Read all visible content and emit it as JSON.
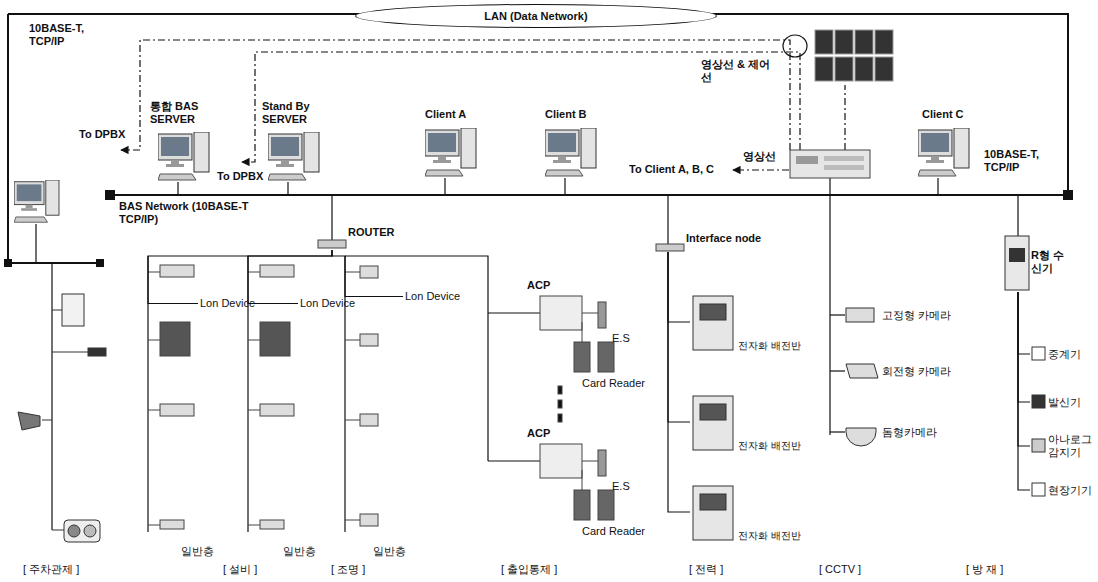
{
  "diagram": {
    "nodes": [
      {
        "text": [
          "LAN (Data Network)"
        ]
      },
      {
        "text": [
          "통합 BAS SERVER"
        ]
      },
      {
        "text": [
          "Stand By SERVER"
        ]
      },
      {
        "text": [
          "Client A"
        ]
      },
      {
        "text": [
          "Client B"
        ]
      },
      {
        "text": [
          "Client C"
        ]
      },
      {
        "text": [
          "ROUTER"
        ]
      },
      {
        "text": [
          "Interface node"
        ]
      },
      {
        "text": [
          "R형 수신기"
        ]
      },
      {
        "text": [
          "Lon Device"
        ]
      },
      {
        "text": [
          "Lon Device"
        ]
      },
      {
        "text": [
          "Lon Device"
        ]
      },
      {
        "text": [
          "ACP"
        ]
      },
      {
        "text": [
          "E.S"
        ]
      },
      {
        "text": [
          "Card Reader"
        ]
      },
      {
        "text": [
          "ACP"
        ]
      },
      {
        "text": [
          "E.S"
        ]
      },
      {
        "text": [
          "Card Reader"
        ]
      },
      {
        "text": [
          "전자화 배전반"
        ]
      },
      {
        "text": [
          "전자화 배전반"
        ]
      },
      {
        "text": [
          "전자화 배전반"
        ]
      },
      {
        "text": [
          "고정형 카메라"
        ]
      },
      {
        "text": [
          "회전형 카메라"
        ]
      },
      {
        "text": [
          "돔형카메라"
        ]
      },
      {
        "text": [
          "중계기"
        ]
      },
      {
        "text": [
          "발신기"
        ]
      },
      {
        "text": [
          "아나로그 감지기"
        ]
      },
      {
        "text": [
          "현장기기"
        ]
      }
    ],
    "edges": [
      {
        "from": 6,
        "to": 9,
        "arrow": "none"
      },
      {
        "from": 6,
        "to": 10,
        "arrow": "none"
      },
      {
        "from": 6,
        "to": 11,
        "arrow": "none"
      },
      {
        "from": 7,
        "to": 18,
        "arrow": "none"
      },
      {
        "from": 7,
        "to": 19,
        "arrow": "none"
      },
      {
        "from": 7,
        "to": 20,
        "arrow": "none"
      },
      {
        "from": 8,
        "to": 24,
        "arrow": "none"
      },
      {
        "from": 8,
        "to": 25,
        "arrow": "none"
      },
      {
        "from": 8,
        "to": 26,
        "arrow": "none"
      },
      {
        "from": 8,
        "to": 27,
        "arrow": "none"
      }
    ],
    "labels": [
      "10BASE-T, TCP/IP",
      "To DPBX",
      "To DPBX",
      "영상선 & 제어선",
      "영상선",
      "To Client A, B, C",
      "BAS Network (10BASE-T TCP/IP)",
      "10BASE-T, TCP/IP",
      "일반층",
      "일반층",
      "일반층",
      "[ 주차관제 ]",
      "[ 설비 ]",
      "[ 조명 ]",
      "[ 출입통제 ]",
      "[ 전력 ]",
      "[ CCTV ]",
      "[ 방 재 ]"
    ]
  }
}
